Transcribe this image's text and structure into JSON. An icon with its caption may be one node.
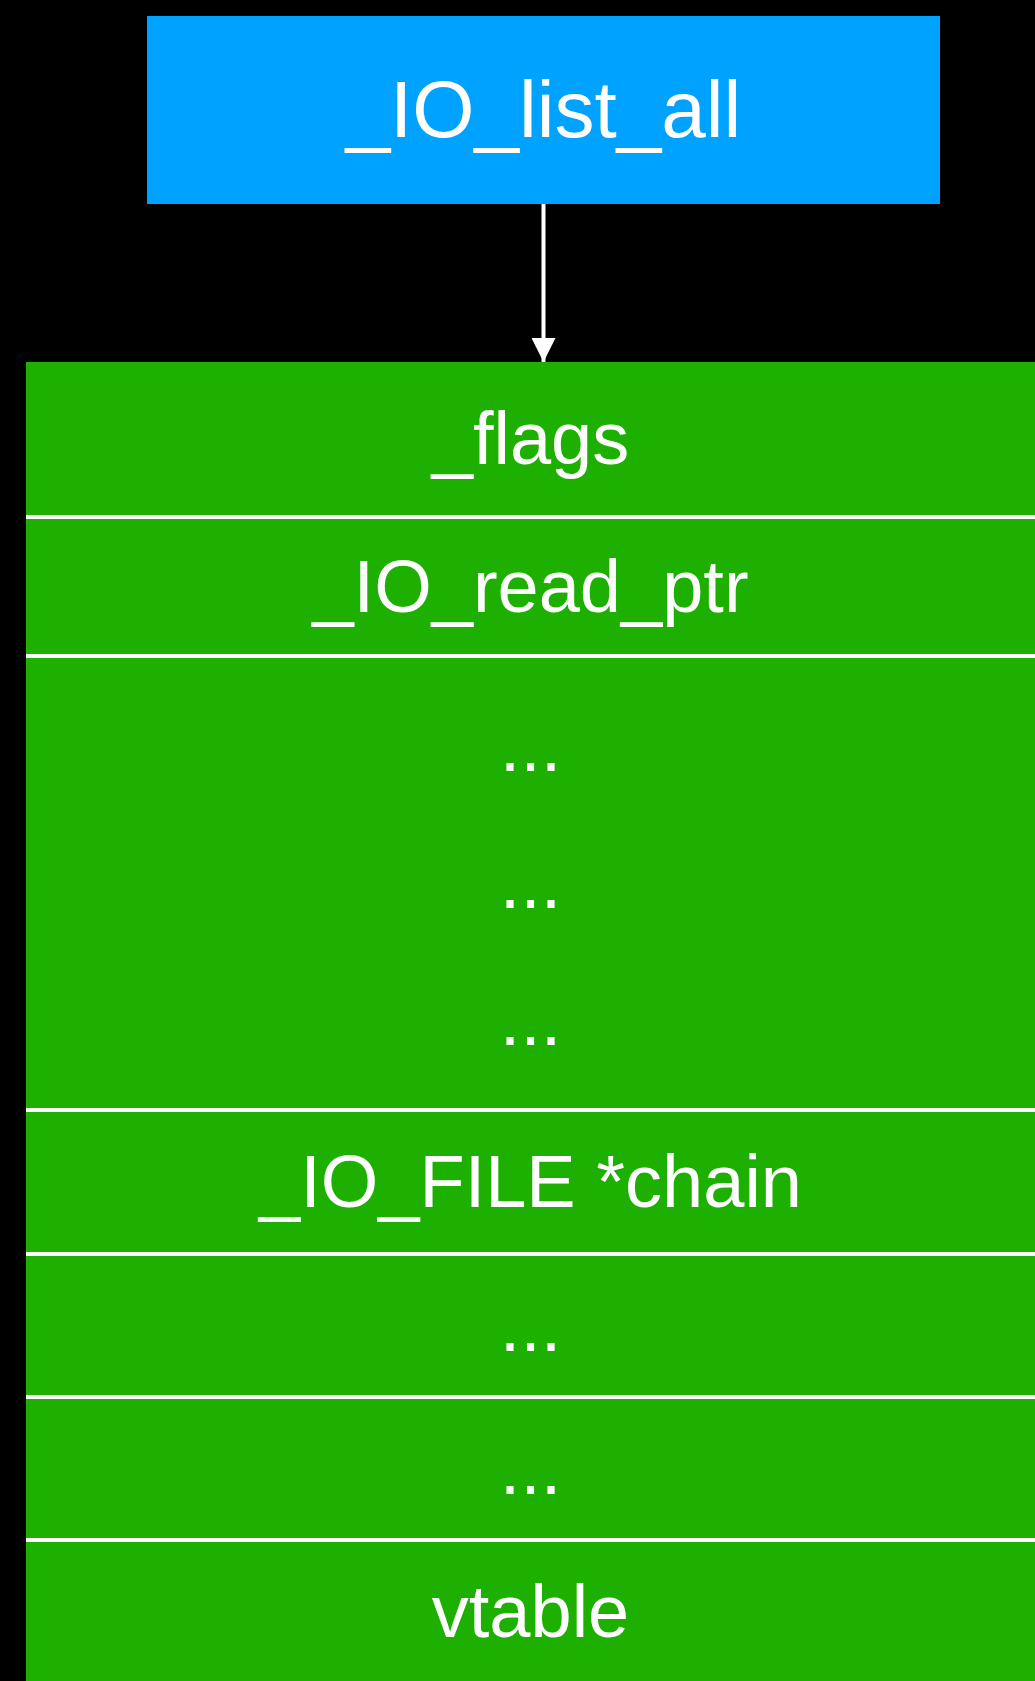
{
  "diagram": {
    "nodes": [
      {
        "text": [
          "_IO_list_all"
        ]
      },
      {
        "text": [],
        "shape": "box"
      },
      {
        "text": [
          "_flags"
        ],
        "in": 1
      },
      {
        "text": [
          "_IO_read_ptr"
        ],
        "in": 1
      },
      {
        "text": [
          "...",
          "...",
          "..."
        ],
        "in": 1
      },
      {
        "text": [
          "_IO_FILE *chain"
        ],
        "in": 1
      },
      {
        "text": [
          "..."
        ],
        "in": 1
      },
      {
        "text": [
          "..."
        ],
        "in": 1
      },
      {
        "text": [
          "vtable"
        ],
        "in": 1
      }
    ],
    "edges": [
      {
        "from": 0,
        "to": 1,
        "arrow": "to"
      }
    ]
  }
}
